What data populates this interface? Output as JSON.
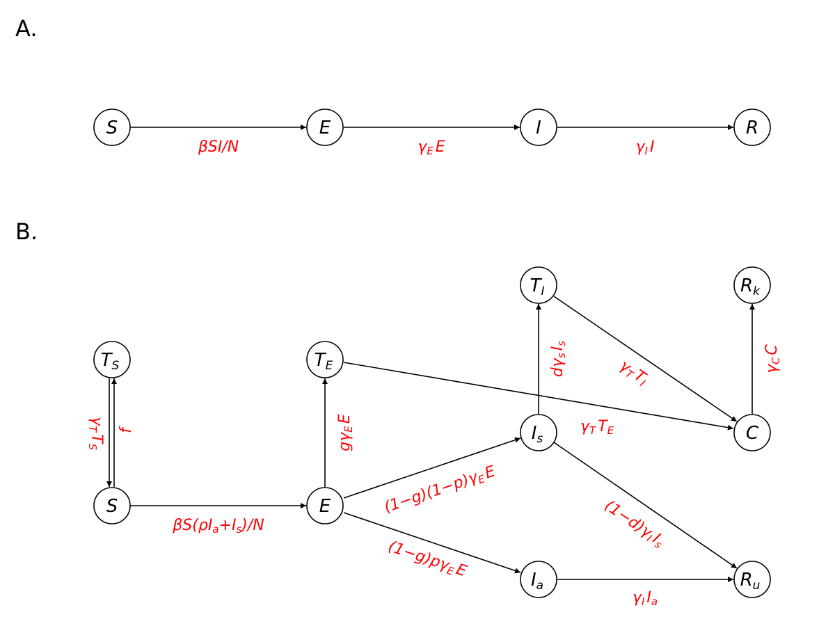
{
  "panels": {
    "a": "A.",
    "b": "B."
  },
  "colors": {
    "rate": "#ff0000",
    "node_stroke": "#000000"
  },
  "model_a": {
    "nodes": {
      "S": "S",
      "E": "E",
      "I": "I",
      "R": "R"
    },
    "rates": {
      "s_to_e": "βSI/N",
      "e_to_i_main": "γ",
      "e_to_i_sub": "E",
      "e_to_i_tail": "E",
      "i_to_r_main": "γ",
      "i_to_r_sub": "I",
      "i_to_r_tail": "I"
    }
  },
  "model_b": {
    "nodes": {
      "TS_main": "T",
      "TS_sub": "S",
      "S": "S",
      "TE_main": "T",
      "TE_sub": "E",
      "E": "E",
      "TI_main": "T",
      "TI_sub": "I",
      "Is_main": "I",
      "Is_sub": "s",
      "Ia_main": "I",
      "Ia_sub": "a",
      "Rk_main": "R",
      "Rk_sub": "k",
      "C": "C",
      "Ru_main": "R",
      "Ru_sub": "u"
    },
    "rates": {
      "ts_to_s": {
        "a": "γ",
        "b": "T",
        "c": "T",
        "d": "S"
      },
      "s_to_ts": "f",
      "s_to_e": {
        "a": "βS(ρI",
        "b": "a",
        "c": "+I",
        "d": "s",
        "e": ")/N"
      },
      "e_to_te": {
        "a": "gγ",
        "b": "E",
        "c": "E"
      },
      "e_to_is": {
        "a": "(1−g)(1−p)γ",
        "b": "E",
        "c": "E"
      },
      "e_to_ia": {
        "a": "(1−g)pγ",
        "b": "E",
        "c": "E"
      },
      "is_to_ti": {
        "a": "dγ",
        "b": "s",
        "c": "I",
        "d": "s"
      },
      "ti_to_c": {
        "a": "γ",
        "b": "T",
        "c": "T",
        "d": "I"
      },
      "te_to_c": {
        "a": "γ",
        "b": "T",
        "c": "T",
        "d": "E"
      },
      "c_to_rk": {
        "a": "γ",
        "b": "C",
        "c": "C"
      },
      "is_to_ru": {
        "a": "(1−d)γ",
        "b": "I",
        "c": "I",
        "d": "s"
      },
      "ia_to_ru": {
        "a": "γ",
        "b": "I",
        "c": "I",
        "d": "a"
      }
    }
  }
}
